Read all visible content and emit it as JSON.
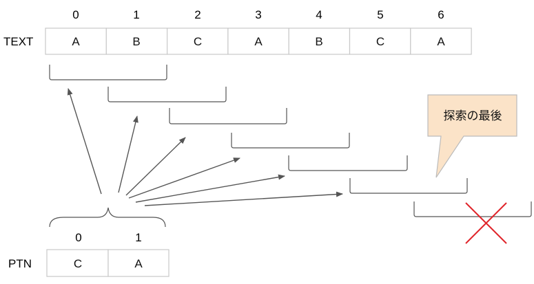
{
  "text_row": {
    "label": "TEXT",
    "indices": [
      "0",
      "1",
      "2",
      "3",
      "4",
      "5",
      "6"
    ],
    "cells": [
      "A",
      "B",
      "C",
      "A",
      "B",
      "C",
      "A"
    ]
  },
  "pattern_row": {
    "label": "PTN",
    "indices": [
      "0",
      "1"
    ],
    "cells": [
      "C",
      "A"
    ]
  },
  "callout": {
    "text": "探索の最後",
    "fill_color": "#fbe3c8",
    "stroke_color": "#bbbbbb"
  },
  "colors": {
    "cell_border": "#c8c8c8",
    "bracket": "#555555",
    "arrow": "#555555",
    "cross": "#e0262b"
  }
}
